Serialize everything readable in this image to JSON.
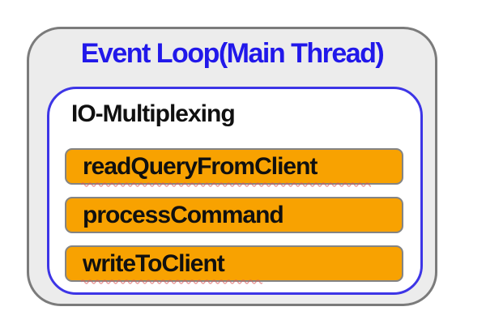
{
  "diagram": {
    "outer_box": {
      "title": "Event Loop(Main Thread)"
    },
    "inner_box": {
      "label": "IO-Multiplexing"
    },
    "steps": [
      {
        "label": "readQueryFromClient",
        "spellcheck_squiggle": true
      },
      {
        "label": "processCommand",
        "spellcheck_squiggle": false
      },
      {
        "label": "writeToClient",
        "spellcheck_squiggle": true
      }
    ],
    "colors": {
      "title_text": "#2118ea",
      "inner_border": "#3d35e6",
      "outer_border": "#7b7b7b",
      "outer_fill": "#ececec",
      "step_fill": "#f8a201",
      "step_border": "#848484",
      "label_text": "#101010",
      "squiggle_red": "#dd5a5a"
    }
  }
}
